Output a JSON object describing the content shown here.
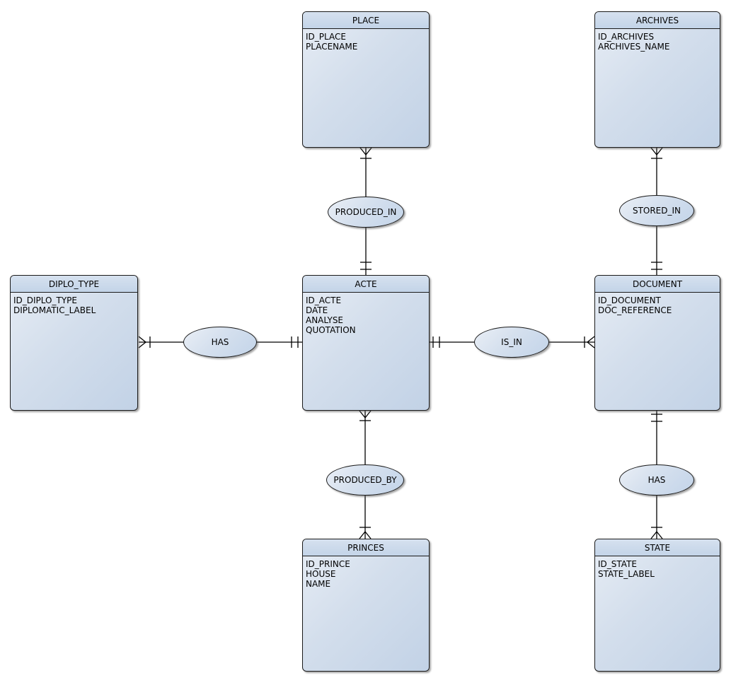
{
  "diagram": {
    "type": "entity-relationship",
    "background": "#ffffff",
    "colors": {
      "entity_header": "#c9d8ea",
      "entity_body_light": "#e7edf5",
      "entity_body_dark": "#c2d2e6",
      "ellipse_light": "#eaeff6",
      "ellipse_dark": "#c3d4e9",
      "border": "#1a1a1a",
      "line": "#000000"
    },
    "entities": [
      {
        "name": "PLACE",
        "attributes": [
          "ID_PLACE",
          "PLACENAME"
        ]
      },
      {
        "name": "ARCHIVES",
        "attributes": [
          "ID_ARCHIVES",
          "ARCHIVES_NAME"
        ]
      },
      {
        "name": "DIPLO_TYPE",
        "attributes": [
          "ID_DIPLO_TYPE",
          "DIPLOMATIC_LABEL"
        ]
      },
      {
        "name": "ACTE",
        "attributes": [
          "ID_ACTE",
          "DATE",
          "ANALYSE",
          "QUOTATION"
        ]
      },
      {
        "name": "DOCUMENT",
        "attributes": [
          "ID_DOCUMENT",
          "DOC_REFERENCE"
        ]
      },
      {
        "name": "PRINCES",
        "attributes": [
          "ID_PRINCE",
          "HOUSE",
          "NAME"
        ]
      },
      {
        "name": "STATE",
        "attributes": [
          "ID_STATE",
          "STATE_LABEL"
        ]
      }
    ],
    "relationships": [
      {
        "label": "PRODUCED_IN",
        "from": "PLACE",
        "to": "ACTE",
        "from_cardinality": "one-or-many (crow-foot + tick)",
        "to_cardinality": "exactly-one (double tick)"
      },
      {
        "label": "STORED_IN",
        "from": "ARCHIVES",
        "to": "DOCUMENT",
        "from_cardinality": "one-or-many (crow-foot + tick)",
        "to_cardinality": "exactly-one (double tick)"
      },
      {
        "label": "HAS",
        "from": "DIPLO_TYPE",
        "to": "ACTE",
        "from_cardinality": "one-or-many (crow-foot + tick)",
        "to_cardinality": "exactly-one (double tick)"
      },
      {
        "label": "IS_IN",
        "from": "ACTE",
        "to": "DOCUMENT",
        "from_cardinality": "exactly-one (double tick)",
        "to_cardinality": "one-or-many (tick + crow-foot)"
      },
      {
        "label": "PRODUCED_BY",
        "from": "ACTE",
        "to": "PRINCES",
        "from_cardinality": "one-or-many (crow-foot + tick)",
        "to_cardinality": "one-or-many (tick + crow-foot)"
      },
      {
        "label": "HAS",
        "from": "DOCUMENT",
        "to": "STATE",
        "from_cardinality": "exactly-one (double tick)",
        "to_cardinality": "one-or-many (tick + crow-foot)"
      }
    ]
  }
}
